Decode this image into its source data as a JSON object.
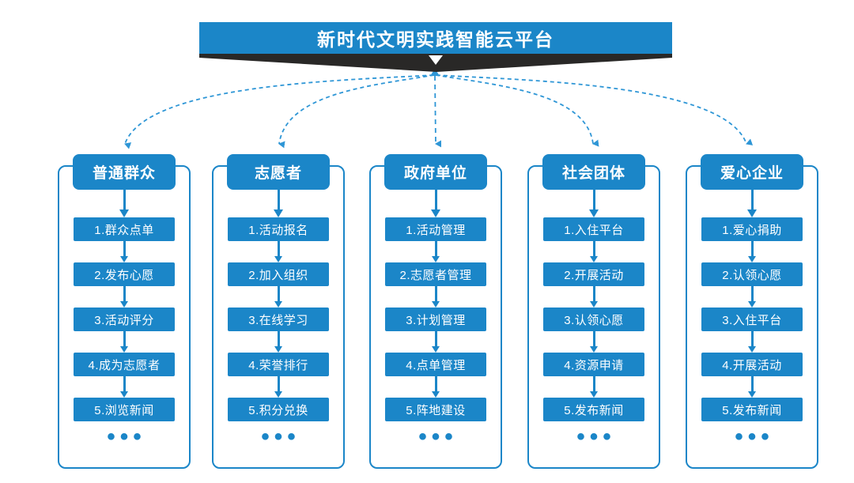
{
  "title": "新时代文明实践智能云平台",
  "ellipsis": "•••",
  "colors": {
    "primary_blue": "#1b86c8",
    "connector_blue": "#2e96d6",
    "banner_shadow_dark": "#292827",
    "text_white": "#ffffff",
    "background": "#ffffff"
  },
  "columns": [
    {
      "header": "普通群众",
      "items": [
        "1.群众点单",
        "2.发布心愿",
        "3.活动评分",
        "4.成为志愿者",
        "5.浏览新闻"
      ]
    },
    {
      "header": "志愿者",
      "items": [
        "1.活动报名",
        "2.加入组织",
        "3.在线学习",
        "4.荣誉排行",
        "5.积分兑换"
      ]
    },
    {
      "header": "政府单位",
      "items": [
        "1.活动管理",
        "2.志愿者管理",
        "3.计划管理",
        "4.点单管理",
        "5.阵地建设"
      ]
    },
    {
      "header": "社会团体",
      "items": [
        "1.入住平台",
        "2.开展活动",
        "3.认领心愿",
        "4.资源申请",
        "5.发布新闻"
      ]
    },
    {
      "header": "爱心企业",
      "items": [
        "1.爱心捐助",
        "2.认领心愿",
        "3.入住平台",
        "4.开展活动",
        "5.发布新闻"
      ]
    }
  ]
}
